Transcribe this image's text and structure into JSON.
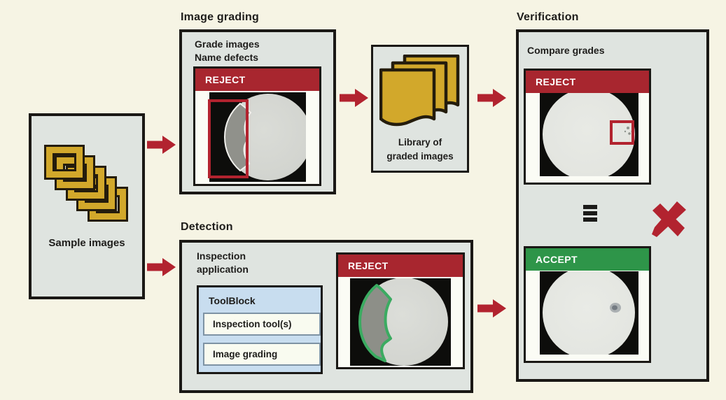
{
  "sections": {
    "image_grading": {
      "title": "Image grading"
    },
    "detection": {
      "title": "Detection"
    },
    "verification": {
      "title": "Verification"
    }
  },
  "sample_panel": {
    "label": "Sample images"
  },
  "grading_panel": {
    "instruction_line1": "Grade images",
    "instruction_line2": "Name defects",
    "badge": "REJECT"
  },
  "library_panel": {
    "caption_line1": "Library of",
    "caption_line2": "graded images"
  },
  "detection_panel": {
    "app_line1": "Inspection",
    "app_line2": "application",
    "toolblock": {
      "title": "ToolBlock",
      "items": [
        "Inspection tool(s)",
        "Image grading"
      ]
    },
    "badge": "REJECT"
  },
  "verification_panel": {
    "subtitle": "Compare grades",
    "reject_badge": "REJECT",
    "accept_badge": "ACCEPT"
  },
  "icons": {
    "sample_images_stack": "stacked-yellow-frames",
    "graded_images_stack": "stacked-yellow-pages",
    "flow_arrow": "→",
    "equivalence": "≡",
    "mismatch_cross": "✖"
  },
  "colors": {
    "background": "#f6f4e4",
    "panel": "#dfe4e0",
    "border_black": "#1a1815",
    "arrow_red": "#b2232f",
    "header_red": "#a8262f",
    "header_green": "#2e9549",
    "defect_outline_green": "#3bab61",
    "icon_yellow": "#d2a82b",
    "toolblock_blue": "#c8ddef"
  }
}
